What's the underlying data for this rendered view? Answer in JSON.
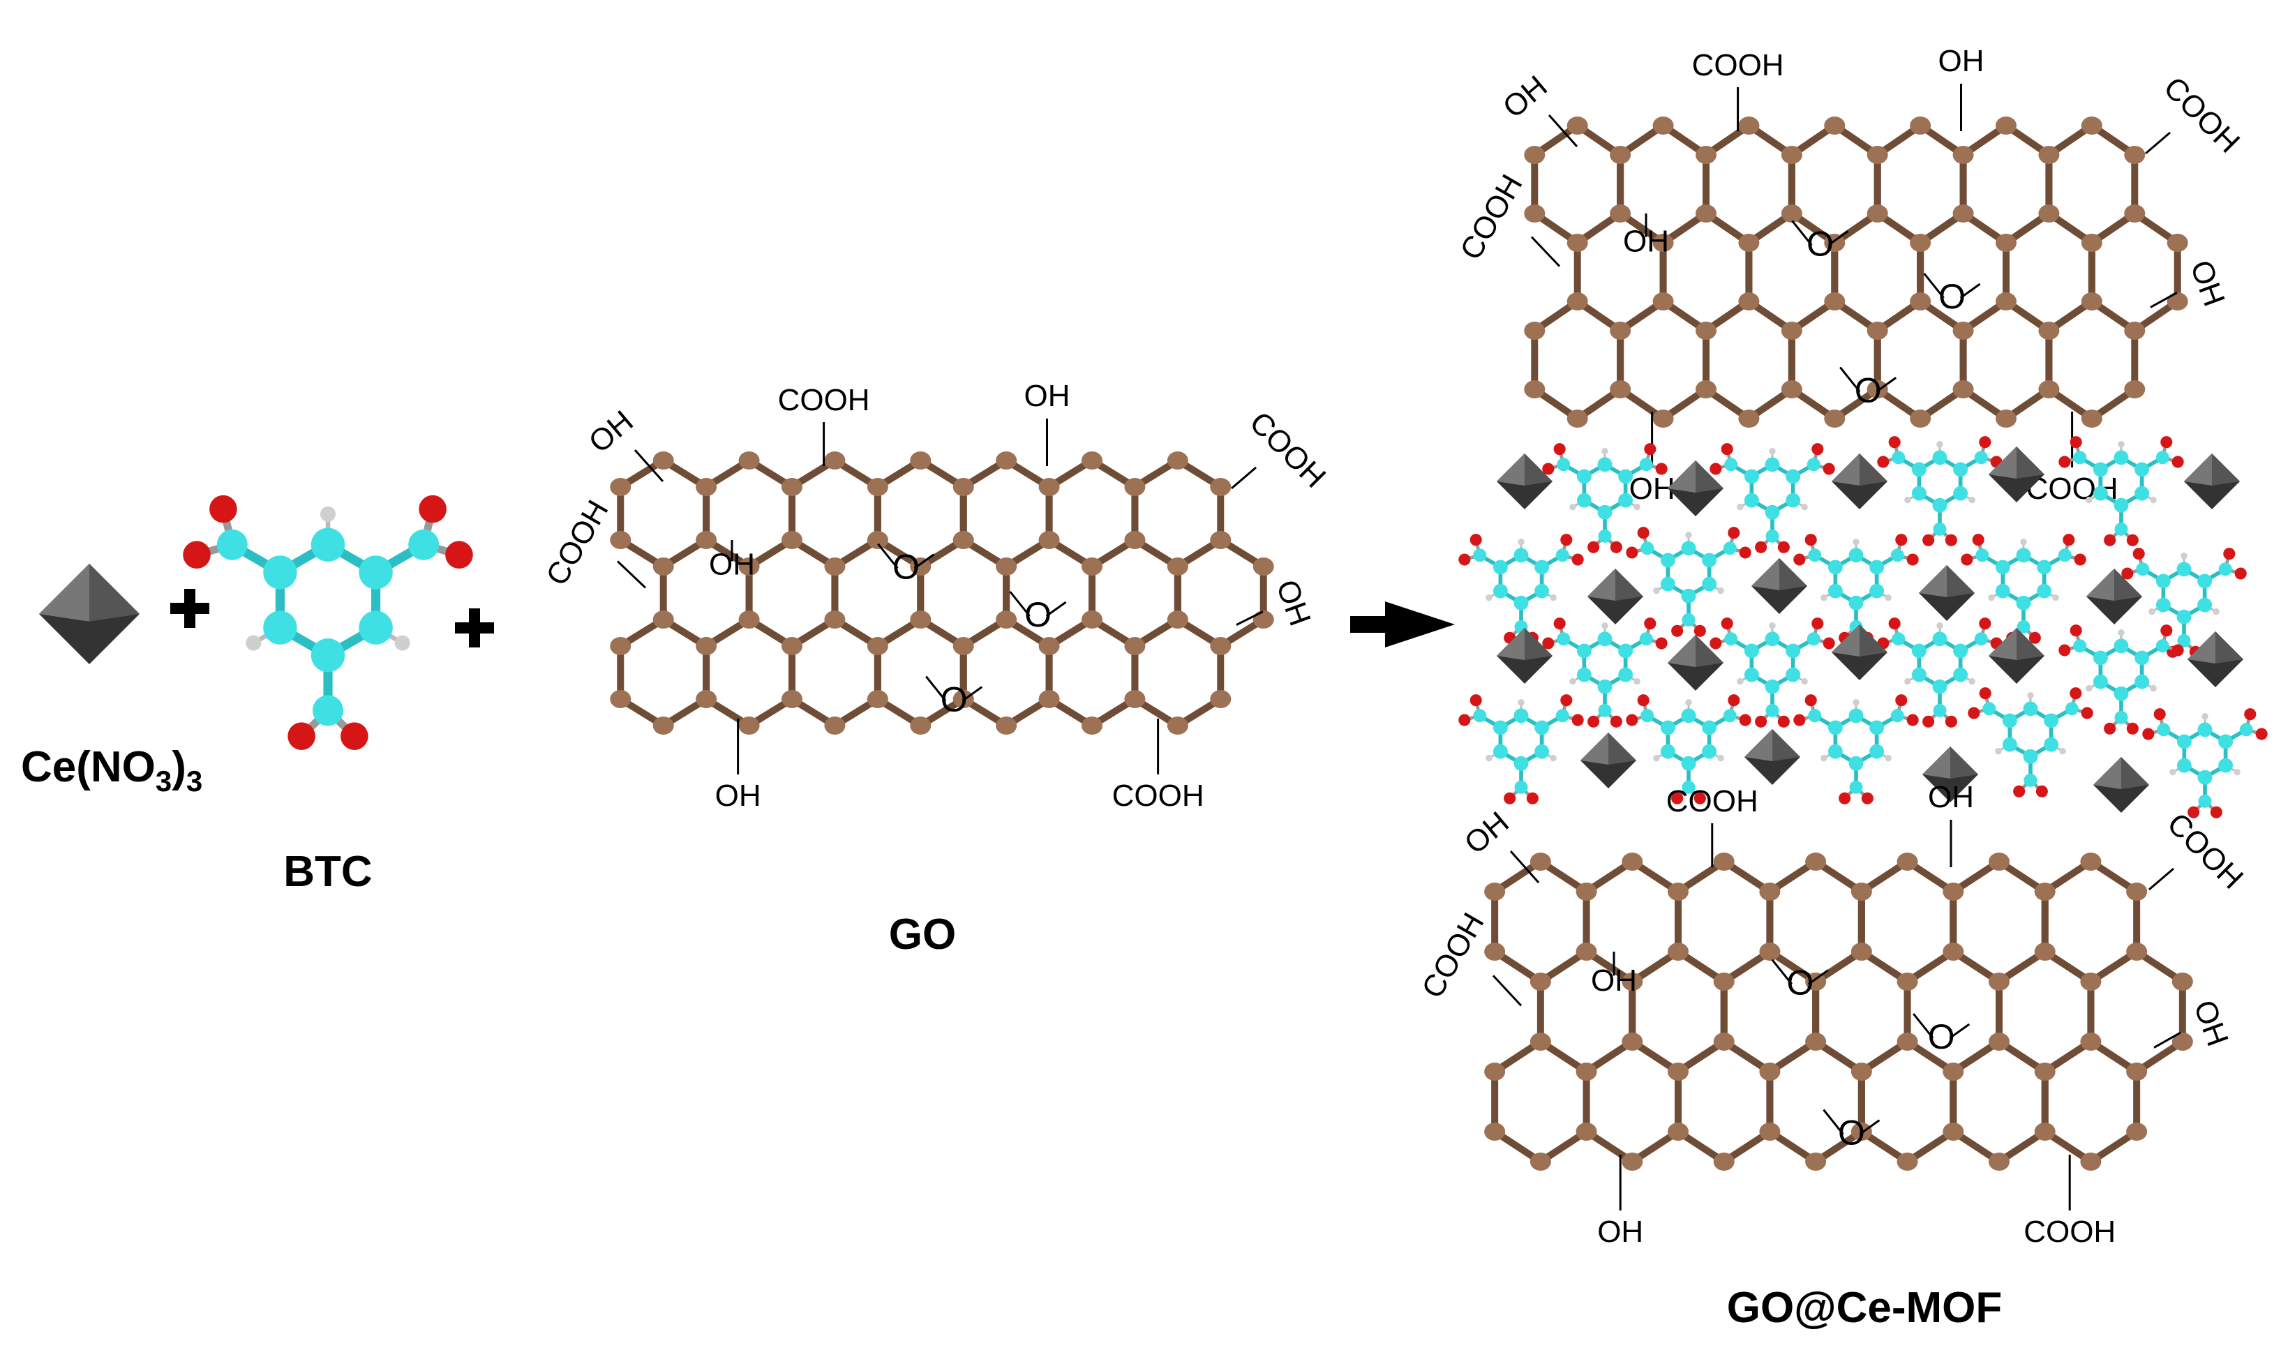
{
  "colors": {
    "carbon": "#9d7154",
    "bond": "#6f4c36",
    "linker_carbon": "#3fe0e3",
    "linker_bond": "#2bbfc4",
    "oxygen": "#d61616",
    "hydrogen": "#cfcfcf",
    "metal_node": "#333333"
  },
  "icons": [
    "ce-metal-node-icon",
    "plus-icon",
    "btc-molecule-icon",
    "go-sheet-icon",
    "reaction-arrow-icon",
    "mof-layer-icon"
  ],
  "labels": {
    "ce_salt": {
      "base": "Ce(NO",
      "sub": "3",
      "tail": ")",
      "sub2": "3"
    },
    "btc": "BTC",
    "go": "GO",
    "product": "GO@Ce-MOF"
  },
  "groups": {
    "carboxyl": "COOH",
    "hydroxyl": "OH",
    "epoxy": "O"
  }
}
